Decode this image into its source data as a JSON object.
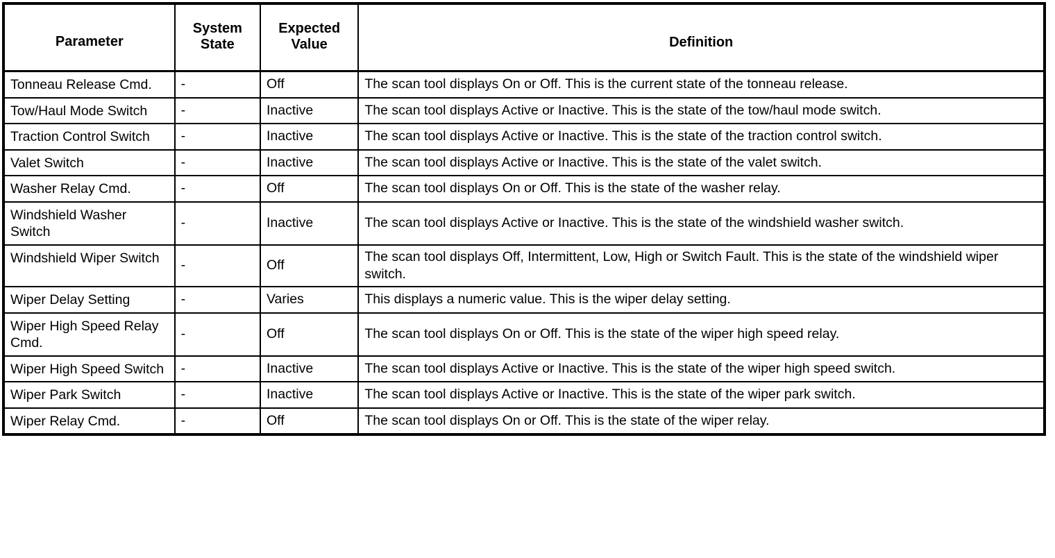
{
  "table": {
    "columns": [
      {
        "key": "parameter",
        "label": "Parameter"
      },
      {
        "key": "system_state",
        "label": "System\nState"
      },
      {
        "key": "expected_value",
        "label": "Expected\nValue"
      },
      {
        "key": "definition",
        "label": "Definition"
      }
    ],
    "headers": {
      "parameter": "Parameter",
      "system_state_line1": "System",
      "system_state_line2": "State",
      "expected_value_line1": "Expected",
      "expected_value_line2": "Value",
      "definition": "Definition"
    },
    "rows": [
      {
        "parameter": "Tonneau Release Cmd.",
        "system_state": "-",
        "expected_value": "Off",
        "definition": "The scan tool displays On or Off. This is the current state of the tonneau release."
      },
      {
        "parameter": "Tow/Haul Mode Switch",
        "system_state": "-",
        "expected_value": "Inactive",
        "definition": "The scan tool displays Active or Inactive. This is the state of the tow/haul mode switch."
      },
      {
        "parameter": "Traction Control Switch",
        "system_state": "-",
        "expected_value": "Inactive",
        "definition": "The scan tool displays Active or Inactive. This is the state of the traction control switch."
      },
      {
        "parameter": "Valet Switch",
        "system_state": "-",
        "expected_value": "Inactive",
        "definition": "The scan tool displays Active or Inactive. This is the state of the valet switch."
      },
      {
        "parameter": "Washer Relay Cmd.",
        "system_state": "-",
        "expected_value": "Off",
        "definition": "The scan tool displays On or Off. This is the state of the washer relay."
      },
      {
        "parameter": "Windshield Washer Switch",
        "system_state": "-",
        "expected_value": "Inactive",
        "definition": "The scan tool displays Active or Inactive. This is the state of the windshield washer switch."
      },
      {
        "parameter": "Windshield Wiper Switch",
        "system_state": "-",
        "expected_value": "Off",
        "definition": "The scan tool displays Off, Intermittent, Low, High or Switch Fault. This is the state of the windshield wiper switch."
      },
      {
        "parameter": "Wiper Delay Setting",
        "system_state": "-",
        "expected_value": "Varies",
        "definition": "This displays a numeric value. This is the wiper delay setting."
      },
      {
        "parameter": "Wiper High Speed Relay Cmd.",
        "system_state": "-",
        "expected_value": "Off",
        "definition": "The scan tool displays On or Off. This is the state of the wiper high speed relay."
      },
      {
        "parameter": "Wiper High Speed Switch",
        "system_state": "-",
        "expected_value": "Inactive",
        "definition": "The scan tool displays Active or Inactive. This is the state of the wiper high speed switch."
      },
      {
        "parameter": "Wiper Park Switch",
        "system_state": "-",
        "expected_value": "Inactive",
        "definition": "The scan tool displays Active or Inactive. This is the state of the wiper park switch."
      },
      {
        "parameter": "Wiper Relay Cmd.",
        "system_state": "-",
        "expected_value": "Off",
        "definition": "The scan tool displays On or Off. This is the state of the wiper relay."
      }
    ]
  }
}
